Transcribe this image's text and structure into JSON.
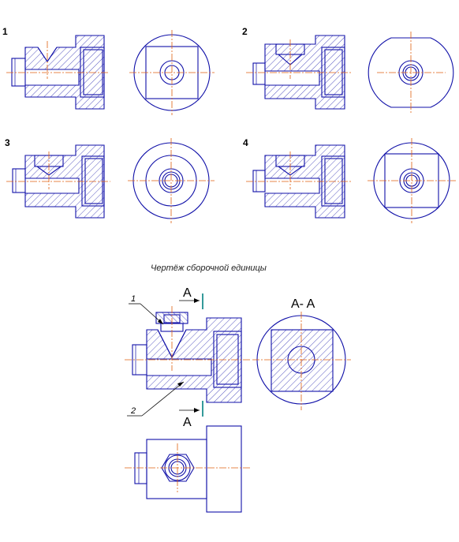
{
  "variants": [
    {
      "number": "1"
    },
    {
      "number": "2"
    },
    {
      "number": "3"
    },
    {
      "number": "4"
    }
  ],
  "assembly": {
    "caption": "Чертёж сборочной единицы",
    "section_top": "A",
    "section_bottom": "A",
    "section_view_title": "A- A",
    "leader_1": "1",
    "leader_2": "2"
  },
  "colors": {
    "outline": "#1010a8",
    "centerline": "#e06010",
    "cut_mark": "#008080"
  }
}
